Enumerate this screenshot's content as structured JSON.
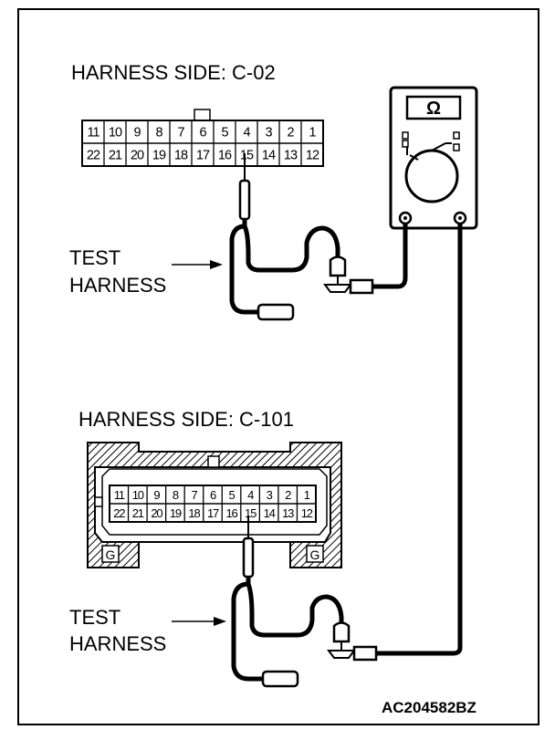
{
  "labels": {
    "top_connector": "HARNESS SIDE: C-02",
    "bottom_connector": "HARNESS SIDE: C-101",
    "test_harness_line1": "TEST",
    "test_harness_line2": "HARNESS",
    "bottom_test_harness_line1": "TEST",
    "bottom_test_harness_line2": "HARNESS",
    "figure_code": "AC204582BZ"
  },
  "meter": {
    "symbol": "Ω"
  },
  "ground_marks": {
    "left": "G",
    "right": "G"
  },
  "c02_pins": {
    "top_row": [
      "11",
      "10",
      "9",
      "8",
      "7",
      "6",
      "5",
      "4",
      "3",
      "2",
      "1"
    ],
    "bottom_row": [
      "22",
      "21",
      "20",
      "19",
      "18",
      "17",
      "16",
      "15",
      "14",
      "13",
      "12"
    ]
  },
  "c101_pins": {
    "top_row": [
      "11",
      "10",
      "9",
      "8",
      "7",
      "6",
      "5",
      "4",
      "3",
      "2",
      "1"
    ],
    "bottom_row": [
      "22",
      "21",
      "20",
      "19",
      "18",
      "17",
      "16",
      "15",
      "14",
      "13",
      "12"
    ]
  },
  "colors": {
    "line": "#000000",
    "hatch": "#000000",
    "background": "#ffffff"
  }
}
